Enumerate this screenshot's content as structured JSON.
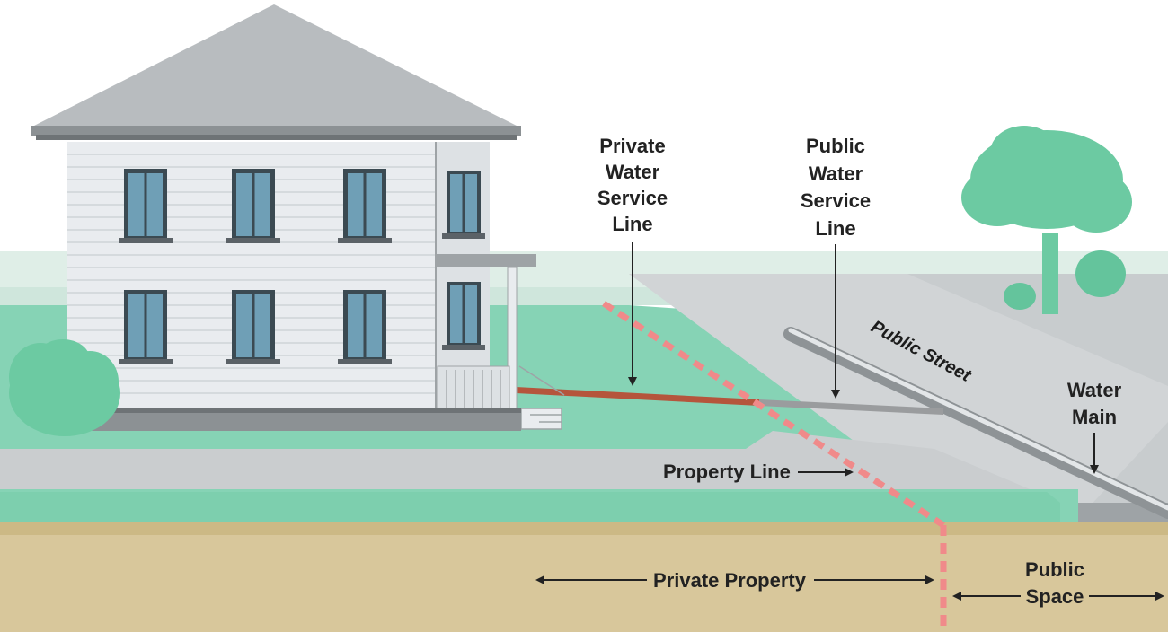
{
  "labels": {
    "private_service_line": [
      "Private",
      "Water",
      "Service",
      "Line"
    ],
    "public_service_line": [
      "Public",
      "Water",
      "Service",
      "Line"
    ],
    "public_street": "Public Street",
    "water_main": [
      "Water",
      "Main"
    ],
    "property_line": "Property Line",
    "private_property": "Private Property",
    "public_space": [
      "Public",
      "Space"
    ]
  },
  "colors": {
    "private_line": "#b5553c",
    "public_line": "#9a9c9e",
    "property_line": "#f08a8a",
    "lawn": "#86d3b5",
    "soil": "#d8c79b",
    "road": "#c8ccce",
    "tree": "#6ccaa2",
    "house_siding": "#e9ecef",
    "roof": "#b8bcbf"
  },
  "icons": {
    "house": "house-icon",
    "tree": "tree-icon",
    "bush": "bush-icon"
  }
}
